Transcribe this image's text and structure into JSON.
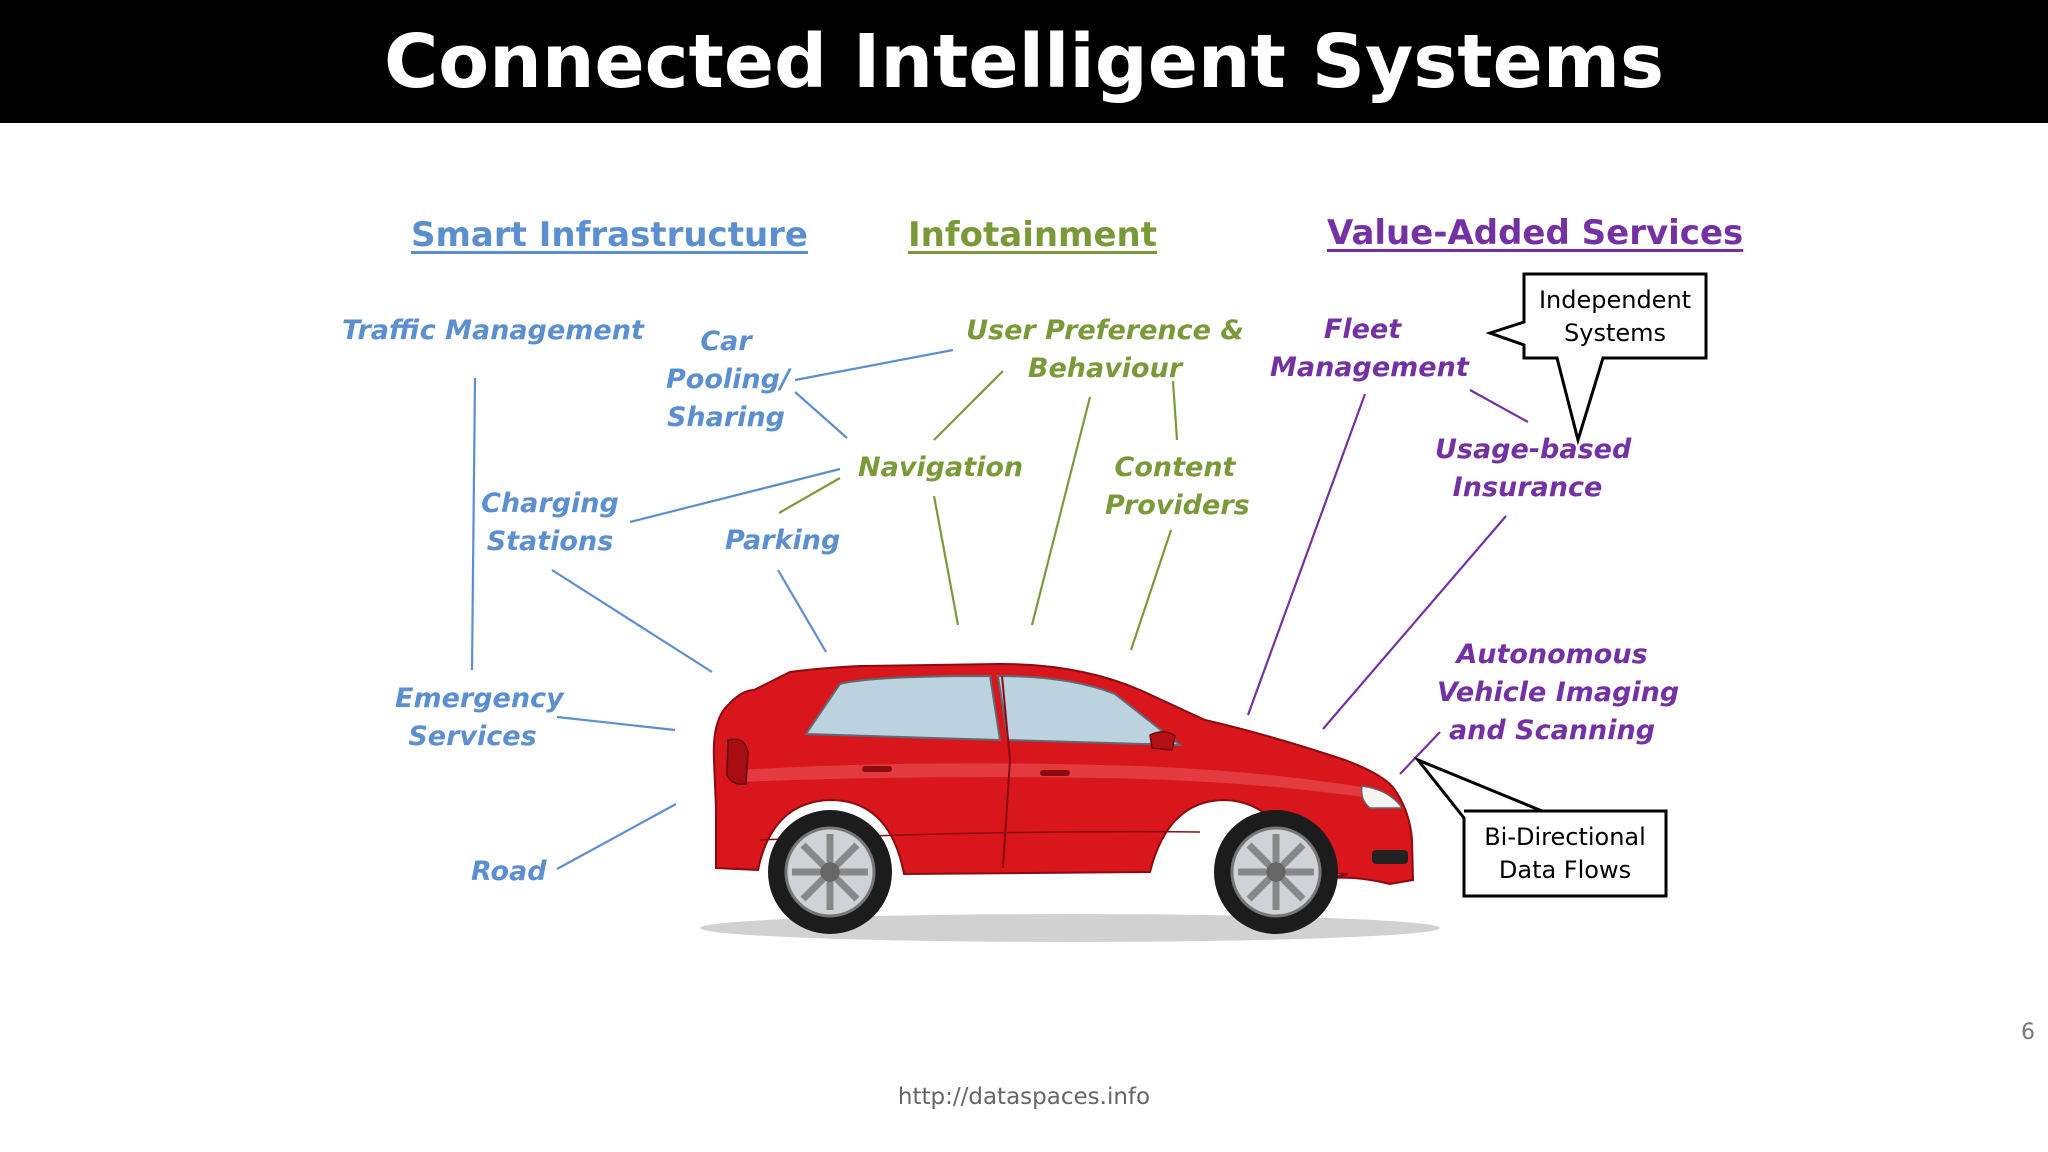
{
  "title": "Connected Intelligent Systems",
  "categories": {
    "smart_infrastructure": {
      "label": "Smart Infrastructure",
      "color": "#5b8fd0"
    },
    "infotainment": {
      "label": "Infotainment",
      "color": "#7a9a3a"
    },
    "value_added_services": {
      "label": "Value-Added Services",
      "color": "#7431a3"
    }
  },
  "labels": {
    "traffic_management": "Traffic Management",
    "car_pooling": [
      "Car",
      "Pooling/",
      "Sharing"
    ],
    "charging_stations": [
      "Charging",
      "Stations"
    ],
    "parking": "Parking",
    "emergency_services": [
      "Emergency",
      "Services"
    ],
    "road": "Road",
    "user_preference": [
      "User Preference &",
      "Behaviour"
    ],
    "navigation": "Navigation",
    "content_providers": [
      "Content",
      "Providers"
    ],
    "fleet_management": [
      "Fleet",
      "Management"
    ],
    "usage_based_insurance": [
      "Usage-based",
      "Insurance"
    ],
    "autonomous_vehicle": [
      "Autonomous",
      "Vehicle Imaging",
      "and Scanning"
    ]
  },
  "callouts": {
    "independent_systems": [
      "Independent",
      "Systems"
    ],
    "bi_directional": [
      "Bi-Directional",
      "Data Flows"
    ]
  },
  "car": {
    "body_color": "#d8161c",
    "icon": "hatchback-car-icon"
  },
  "page_number": "6",
  "footer": "http://dataspaces.info"
}
